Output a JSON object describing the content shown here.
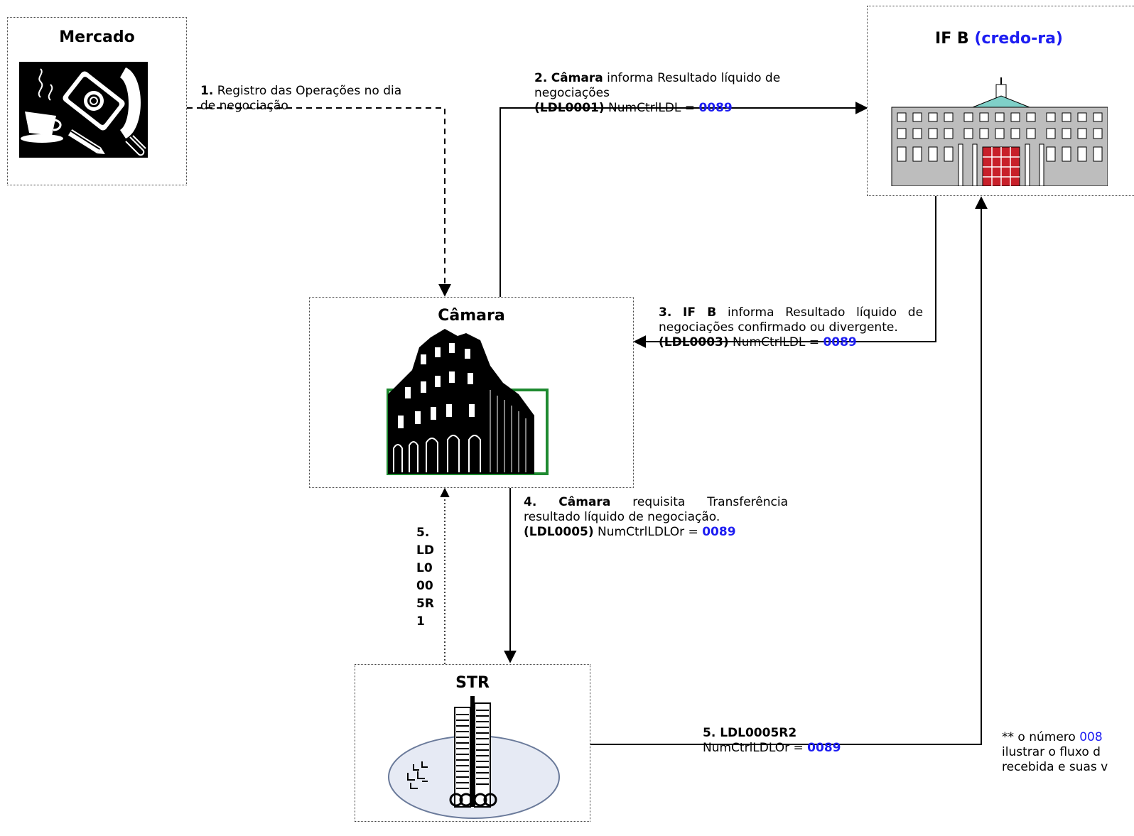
{
  "nodes": {
    "mercado": {
      "title": "Mercado"
    },
    "ifb": {
      "title": "IF B",
      "title_suffix": "(credo-ra)"
    },
    "camara": {
      "title": "Câmara"
    },
    "str": {
      "title": "STR"
    }
  },
  "flows": {
    "f1": {
      "num": "1.",
      "text": "Registro das Operações no dia de negociação"
    },
    "f2": {
      "num": "2.",
      "actor": "Câmara",
      "text": "informa Resultado líquido de negociações",
      "msg": "(LDL0001)",
      "ctrl": "NumCtrlLDL =",
      "value": "0089"
    },
    "f3": {
      "num": "3.",
      "actor": "IF B",
      "text": "informa Resultado líquido de negociações confirmado ou divergente.",
      "msg": "(LDL0003)",
      "ctrl": "NumCtrlLDL =",
      "value": "0089"
    },
    "f4": {
      "num": "4.",
      "actor": "Câmara",
      "text": "requisita Transferência resultado líquido de negociação.",
      "msg": "(LDL0005)",
      "ctrl": "NumCtrlLDLOr =",
      "value": "0089"
    },
    "f5r1": {
      "lines": [
        "5.",
        "LD",
        "L0",
        "00",
        "5R",
        "1"
      ]
    },
    "f5r2": {
      "title": "5. LDL0005R2",
      "ctrl": "NumCtrlLDLOr =",
      "value": "0089"
    }
  },
  "footnote": {
    "line1_prefix": "** o número",
    "line1_value": "008",
    "line2": "ilustrar o fluxo d",
    "line3": "recebida e suas v"
  },
  "colors": {
    "accent_blue": "#1d1df2",
    "camara_green": "#1e8a30",
    "str_oval": "#e6eaf4"
  },
  "icons": [
    "office-phone-icon",
    "building-icon",
    "bank-building-icon",
    "tower-logo-icon"
  ]
}
